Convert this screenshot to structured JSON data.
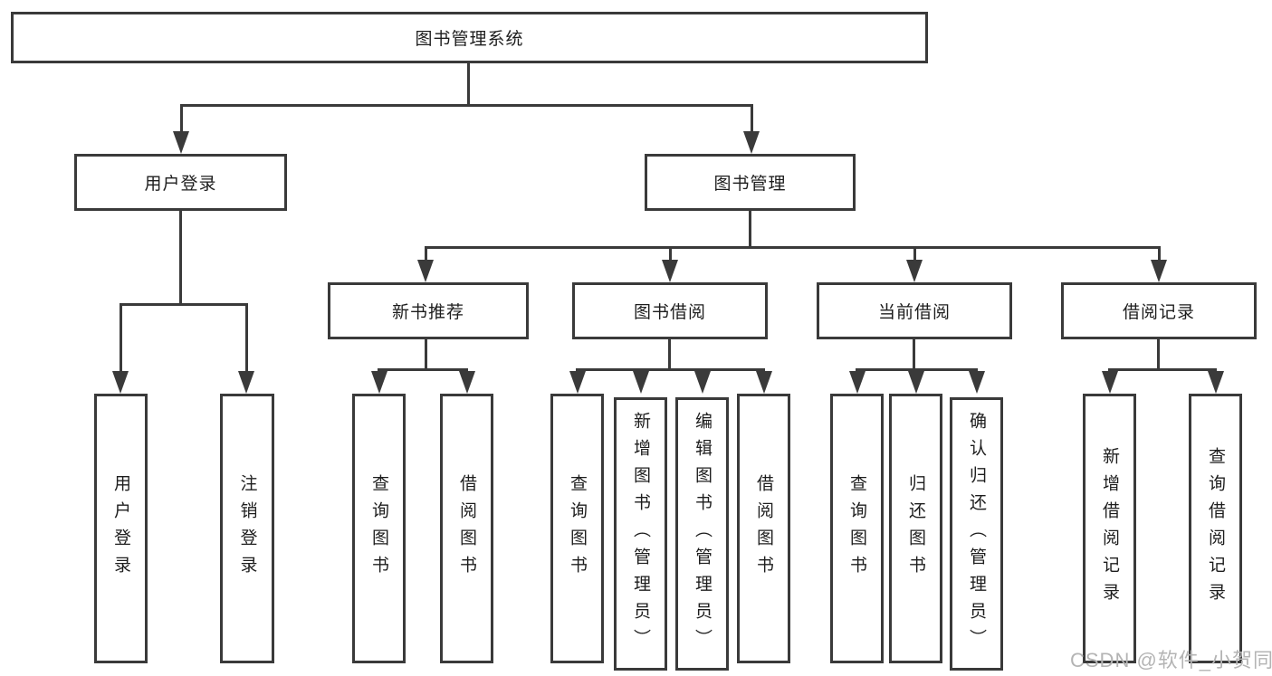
{
  "diagram": {
    "title": "图书管理系统",
    "branches": [
      {
        "label": "用户登录",
        "children": [
          "用户登录",
          "注销登录"
        ]
      },
      {
        "label": "图书管理",
        "modules": [
          {
            "label": "新书推荐",
            "children": [
              "查询图书",
              "借阅图书"
            ]
          },
          {
            "label": "图书借阅",
            "children": [
              "查询图书",
              "新增图书（管理员）",
              "编辑图书（管理员）",
              "借阅图书"
            ]
          },
          {
            "label": "当前借阅",
            "children": [
              "查询图书",
              "归还图书",
              "确认归还（管理员）"
            ]
          },
          {
            "label": "借阅记录",
            "children": [
              "新增借阅记录",
              "查询借阅记录"
            ]
          }
        ]
      }
    ]
  },
  "watermark": {
    "text": "CSDN @软件_小贺同学"
  },
  "colors": {
    "line": "#3a3a3a",
    "text": "#1d1d1d",
    "watermark": "#b4b4b4",
    "background": "#ffffff"
  }
}
